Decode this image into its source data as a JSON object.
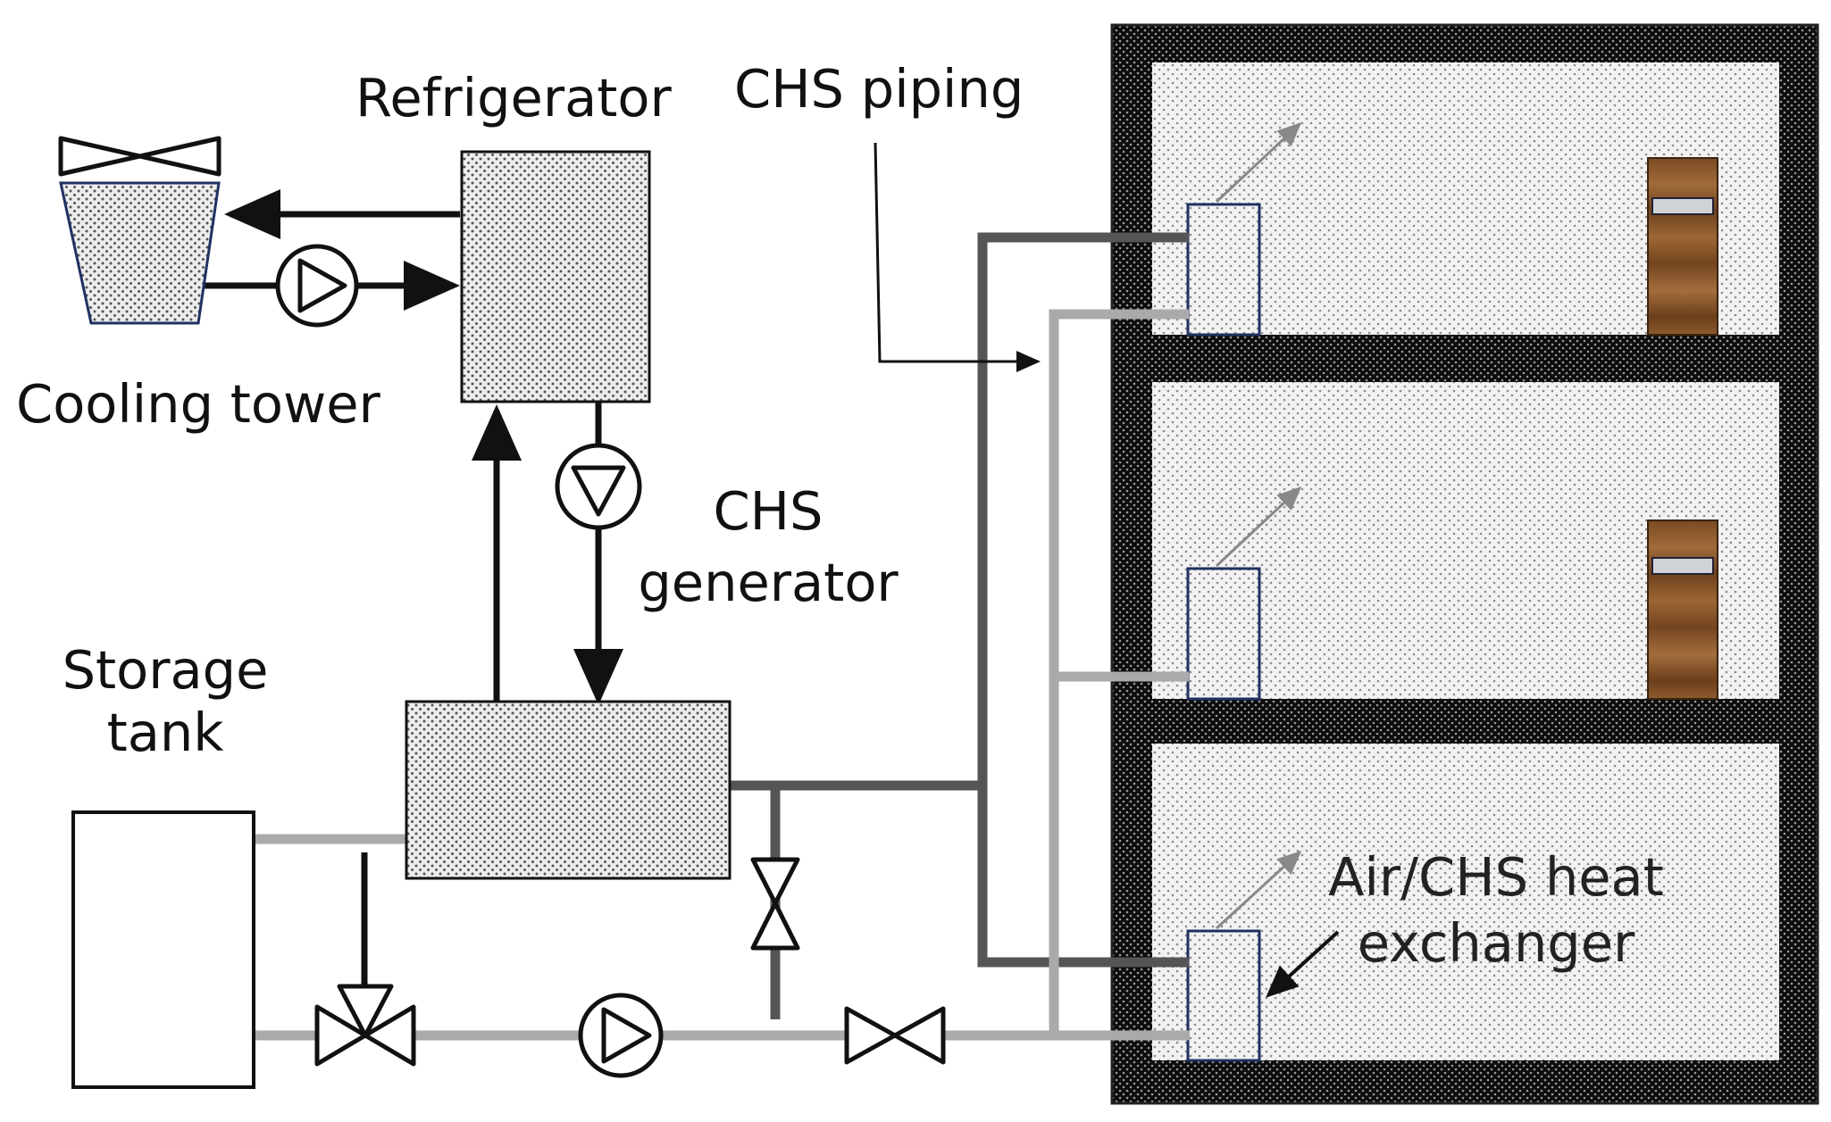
{
  "labels": {
    "refrigerator": "Refrigerator",
    "cooling_tower": "Cooling tower",
    "chs_piping": "CHS piping",
    "chs_generator_line1": "CHS",
    "chs_generator_line2": "generator",
    "storage_tank_line1": "Storage",
    "storage_tank_line2": "tank",
    "heat_exchanger_line1": "Air/CHS heat",
    "heat_exchanger_line2": "exchanger"
  },
  "colors": {
    "dark_pipe": "#555555",
    "light_pipe": "#aaaaaa",
    "wall": "#111111",
    "room_fill": "#e6e6e6",
    "door": "#8b5a2b",
    "flow_line": "#111111"
  }
}
